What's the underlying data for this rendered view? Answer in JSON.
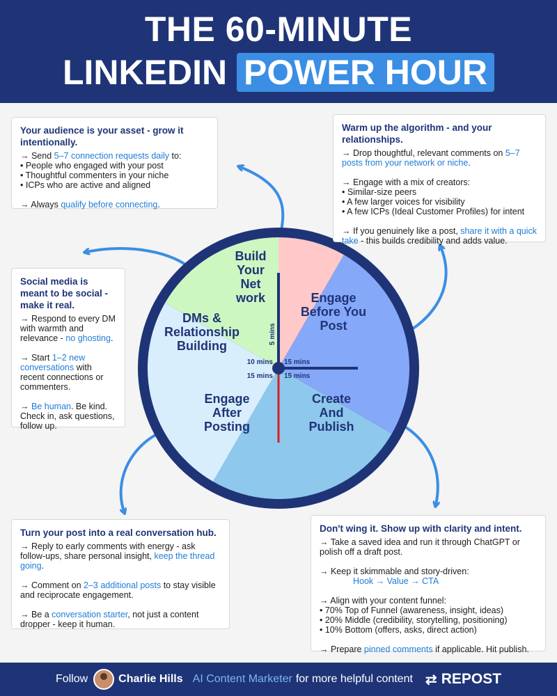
{
  "header": {
    "title_line1": "THE 60-MINUTE",
    "title_line2a": "LINKEDIN",
    "title_line2b": "POWER HOUR"
  },
  "wheel": {
    "segments": [
      {
        "label": [
          "Build",
          "Your",
          "Net",
          "work"
        ],
        "minutes": "5 mins",
        "color": "#ffc9c9"
      },
      {
        "label": [
          "Engage",
          "Before You",
          "Post"
        ],
        "minutes": "15 mins",
        "color": "#86a8f8"
      },
      {
        "label": [
          "Create",
          "And",
          "Publish"
        ],
        "minutes": "15 mins",
        "color": "#8ec8ec"
      },
      {
        "label": [
          "Engage",
          "After",
          "Posting"
        ],
        "minutes": "15 mins",
        "color": "#d8eefc"
      },
      {
        "label": [
          "DMs &",
          "Relationship",
          "Building"
        ],
        "minutes": "10 mins",
        "color": "#cdf7c1"
      }
    ],
    "rim_color": "#1f3477",
    "hand_color": "#1f3477",
    "second_hand_color": "#d81f26"
  },
  "cards": {
    "network": {
      "title": "Your audience is your asset - grow it intentionally.",
      "l1a": "→ Send ",
      "l1b": "5–7 connection requests daily",
      "l1c": " to:",
      "b1": "• People who engaged with your post",
      "b2": "• Thoughtful commenters in your niche",
      "b3": "• ICPs who are active and aligned",
      "l2a": "→ Always ",
      "l2b": "qualify before connecting",
      "l2c": "."
    },
    "warmup": {
      "title": "Warm up the algorithm - and your relationships.",
      "l1a": "→ Drop thoughtful, relevant comments on ",
      "l1b": "5–7 posts from your network or niche",
      "l1c": ".",
      "l2": "→ Engage with a mix of creators:",
      "b1": "• Similar-size peers",
      "b2": "• A few larger voices for visibility",
      "b3": "• A few ICPs (Ideal Customer Profiles) for intent",
      "l3a": "→ If you genuinely like a post, ",
      "l3b": "share it with a quick take",
      "l3c": " - this builds credibility and adds value."
    },
    "social": {
      "title": "Social media is meant to be social - make it real.",
      "l1a": "→ Respond to every DM with warmth and relevance - ",
      "l1b": "no ghosting",
      "l1c": ".",
      "l2a": "→ Start ",
      "l2b": "1–2 new conversations",
      "l2c": " with recent connections or commenters.",
      "l3a": "→ ",
      "l3b": "Be human",
      "l3c": ". Be kind. Check in, ask questions, follow up."
    },
    "hub": {
      "title": "Turn your post into a real conversation hub.",
      "l1a": "→ Reply to early comments with energy - ask follow-ups, share personal insight, ",
      "l1b": "keep the thread going",
      "l1c": ".",
      "l2a": "→ Comment on ",
      "l2b": "2–3 additional posts",
      "l2c": " to stay visible and reciprocate engagement.",
      "l3a": "→ Be a ",
      "l3b": "conversation starter",
      "l3c": ", not just a content dropper - keep it human."
    },
    "publish": {
      "title": "Don't wing it. Show up with clarity and intent.",
      "l1": "→ Take a saved idea and run it through ChatGPT or polish off a draft post.",
      "l2": "→ Keep it skimmable and story-driven:",
      "flow": "Hook → Value → CTA",
      "l3": "→ Align with your content funnel:",
      "b1": "• 70% Top of Funnel (awareness, insight, ideas)",
      "b2": "• 20% Middle (credibility, storytelling, positioning)",
      "b3": "• 10% Bottom (offers, asks, direct action)",
      "l4a": "→ Prepare ",
      "l4b": "pinned comments",
      "l4c": " if applicable. Hit publish."
    }
  },
  "footer": {
    "follow": "Follow",
    "name": "Charlie Hills",
    "role": "AI Content Marketer",
    "tail": "for more helpful content",
    "repost": "REPOST",
    "repost_icon": "⇄"
  },
  "colors": {
    "navy": "#1f3477",
    "accent": "#3b8ee3",
    "link": "#1f7cd6",
    "arrow": "#3b8ee3"
  }
}
